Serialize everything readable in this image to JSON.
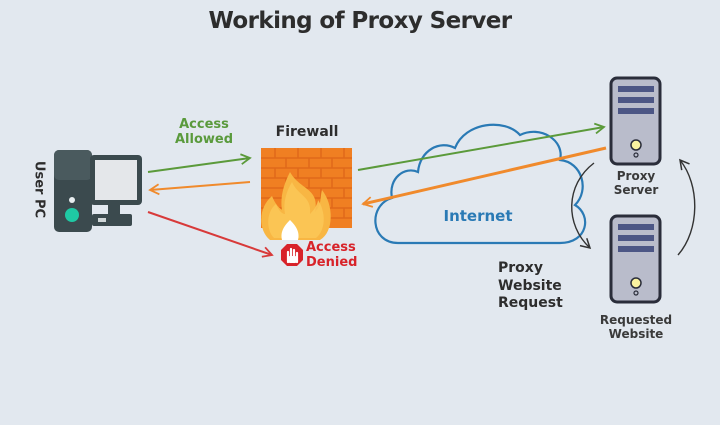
{
  "title": "Working of Proxy Server",
  "nodes": {
    "user_pc": {
      "label": "User PC"
    },
    "firewall": {
      "label": "Firewall"
    },
    "internet": {
      "label": "Internet"
    },
    "proxy_server": {
      "label_line1": "Proxy",
      "label_line2": "Server"
    },
    "requested_website": {
      "label_line1": "Requested",
      "label_line2": "Website"
    }
  },
  "annotations": {
    "access_allowed": {
      "line1": "Access",
      "line2": "Allowed",
      "color": "#5a9a3c"
    },
    "access_denied": {
      "line1": "Access",
      "line2": "Denied",
      "color": "#d8232a"
    },
    "proxy_request": {
      "line1": "Proxy",
      "line2": "Website",
      "line3": "Request"
    }
  },
  "colors": {
    "background": "#e2e8ef",
    "allowed_arrow": "#5b9a3a",
    "response_arrow": "#f08a2c",
    "denied_arrow": "#d83a3a",
    "cloud": "#2a7ab5",
    "firewall_brick": "#f07f22",
    "server_body": "#b9bccb",
    "pc_dark": "#3b4a4e",
    "pc_accent": "#1fc9a4"
  }
}
